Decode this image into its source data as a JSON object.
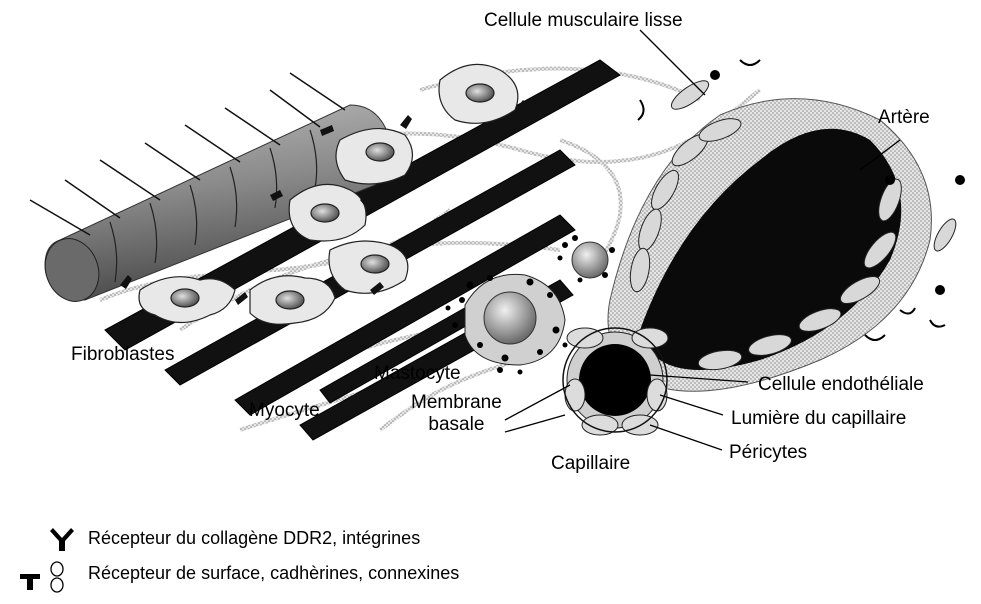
{
  "labels": {
    "smooth_muscle": "Cellule musculaire lisse",
    "artery": "Artère",
    "fibroblasts": "Fibroblastes",
    "myocyte": "Myocyte",
    "mastocyte": "Mastocyte",
    "basement_membrane_line1": "Membrane",
    "basement_membrane_line2": "basale",
    "capillary": "Capillaire",
    "endothelial_cell": "Cellule endothéliale",
    "capillary_lumen": "Lumière du capillaire",
    "pericytes": "Péricytes"
  },
  "legend": [
    {
      "icon": "collagen-receptor-icon",
      "text": "Récepteur du collagène DDR2, intégrines"
    },
    {
      "icon": "surface-receptor-icon",
      "text": "Récepteur de surface, cadhèrines, connexines"
    }
  ]
}
